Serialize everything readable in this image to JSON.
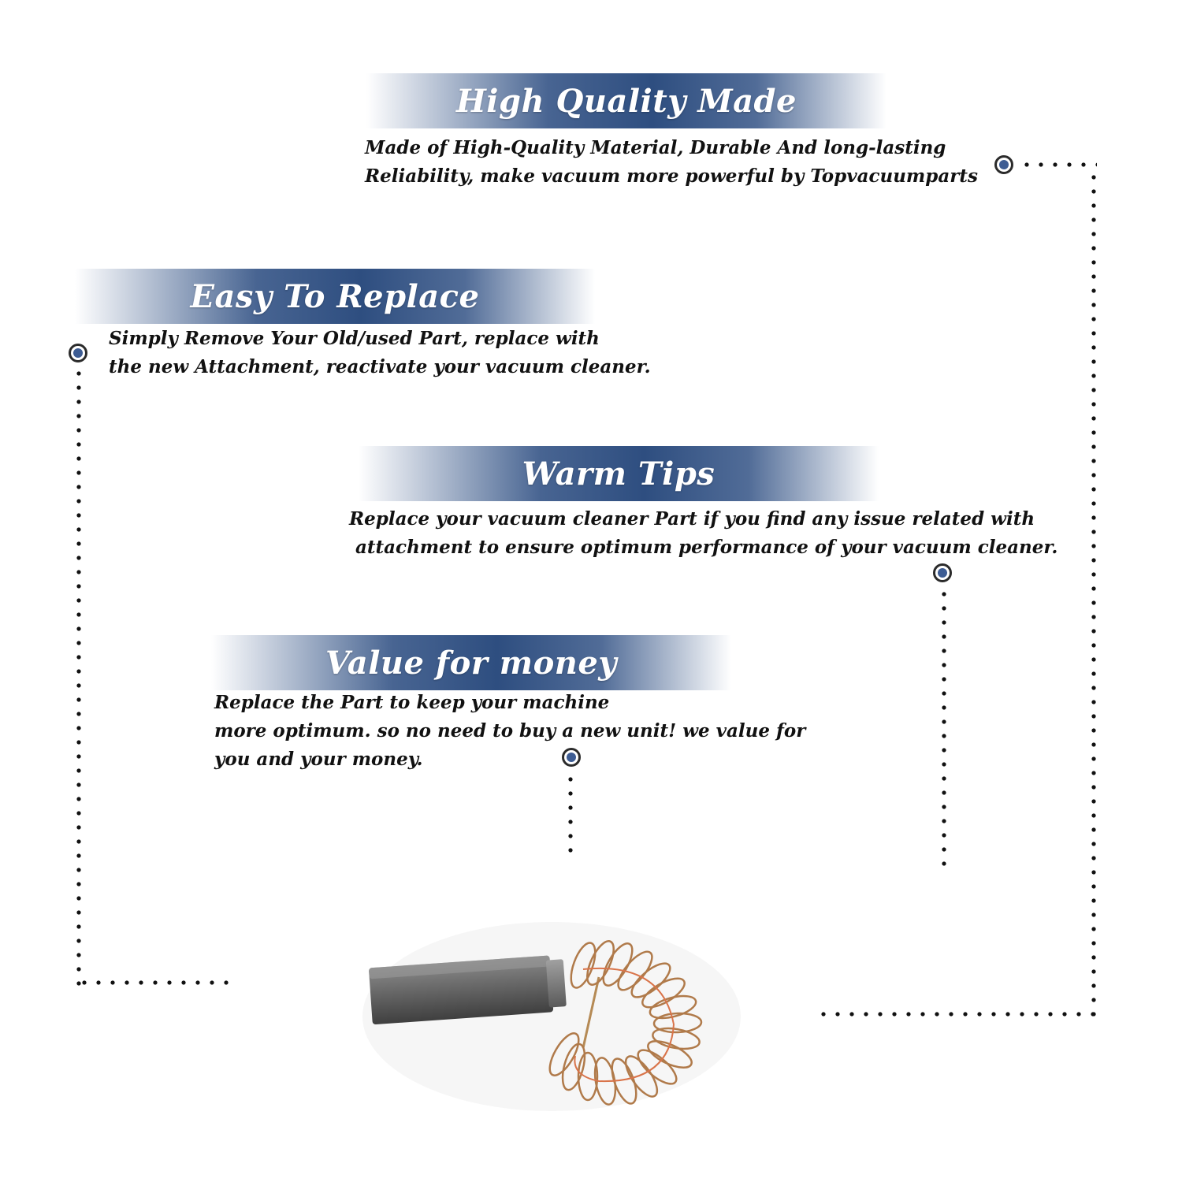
{
  "features": [
    {
      "title": "High Quality Made",
      "lines": [
        "Made of  High-Quality Material, Durable And long-lasting",
        "Reliability, make vacuum more powerful by Topvacuumparts"
      ]
    },
    {
      "title": "Easy To Replace",
      "lines": [
        "Simply Remove Your Old/used Part, replace with",
        "the new Attachment, reactivate your vacuum cleaner."
      ]
    },
    {
      "title": "Warm Tips",
      "lines": [
        "Replace your vacuum cleaner Part if you find any issue related with",
        " attachment to ensure optimum performance of your vacuum cleaner."
      ]
    },
    {
      "title": "Value for money",
      "lines": [
        "Replace the Part to keep your machine",
        "more optimum. so no need to buy a new unit! we value for",
        "you and your money."
      ]
    }
  ],
  "colors": {
    "banner": "#3e5c8c",
    "marker_dot": "#3d5c93",
    "text": "#111111"
  },
  "product": {
    "icon": "carbon-brush-icon"
  }
}
